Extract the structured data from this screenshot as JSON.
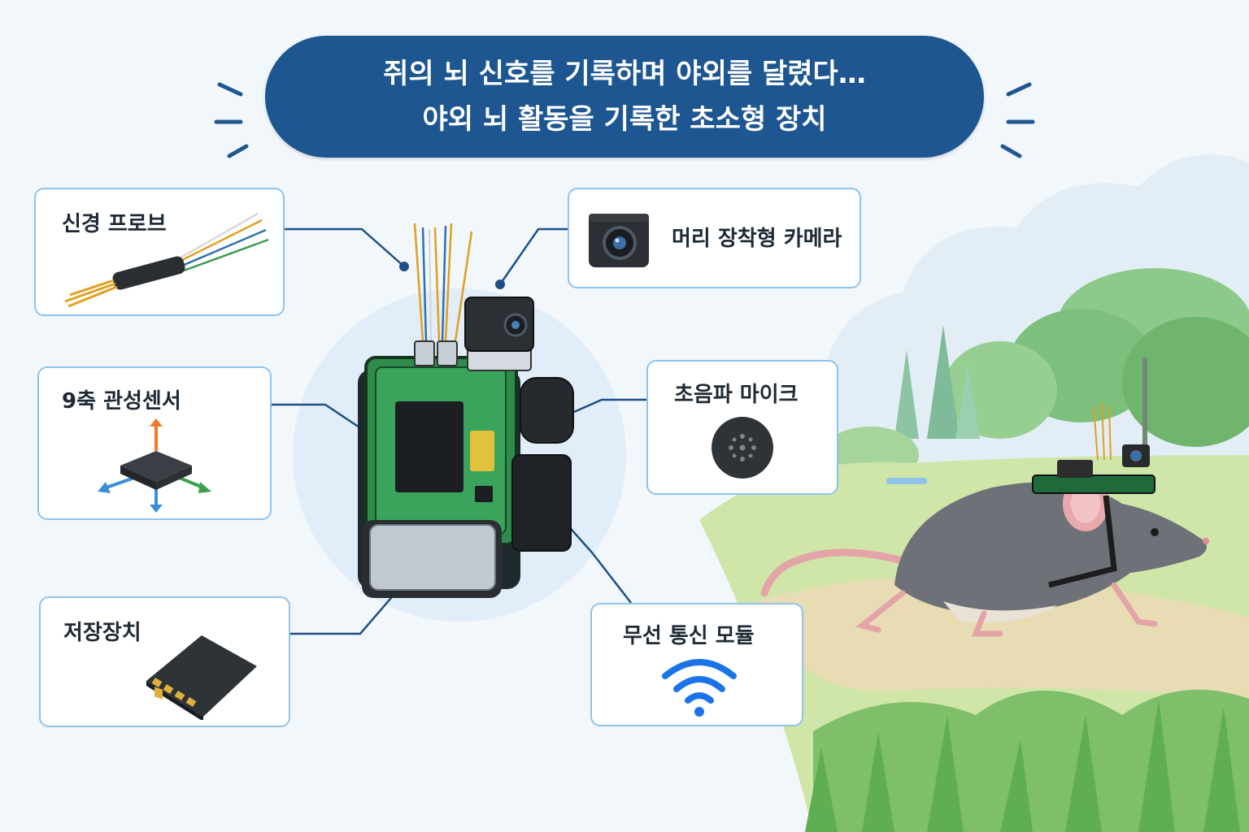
{
  "title": {
    "line1": "쥐의 뇌 신호를 기록하며 야외를 달렸다…",
    "line2": "야외 뇌 활동을 기록한 초소형 장치"
  },
  "components": {
    "neural_probe": "신경 프로브",
    "imu": "9축 관성센서",
    "storage": "저장장치",
    "camera": "머리 장착형 카메라",
    "microphone": "초음파 마이크",
    "wireless": "무선 통신 모듈"
  },
  "colors": {
    "title_bg": "#1d5690",
    "card_border": "#8ec3ec",
    "connector": "#1d4f86",
    "pcb": "#2e8b4a",
    "axis_up": "#f07a2a",
    "axis_left": "#3b8fd6",
    "axis_right": "#3aa14a",
    "wifi": "#1a73e8"
  },
  "icons": [
    "probe-icon",
    "imu-axes-icon",
    "sd-card-icon",
    "camera-icon",
    "microphone-icon",
    "wifi-icon",
    "device-illustration",
    "rat-illustration"
  ]
}
